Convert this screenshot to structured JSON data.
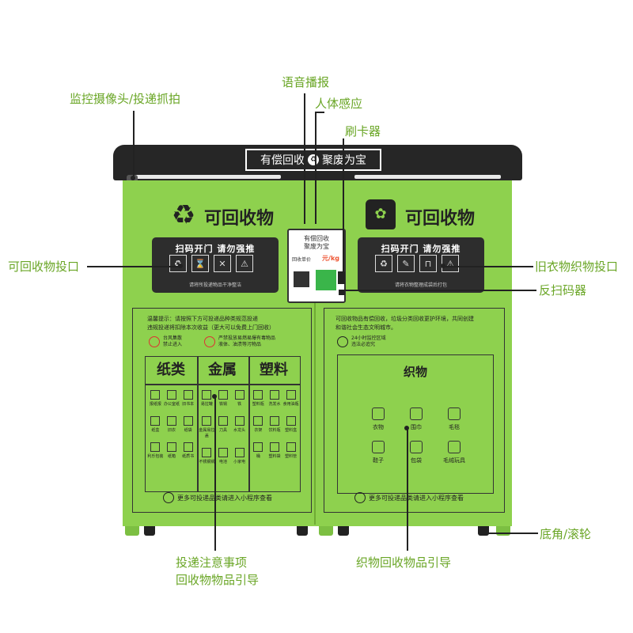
{
  "colors": {
    "accent": "#6aa626",
    "body": "#8ed14e",
    "roof": "#262626",
    "line": "#222222"
  },
  "callouts": {
    "camera": "监控摄像头/投递抓拍",
    "voice": "语音播报",
    "sensor": "人体感应",
    "card": "刷卡器",
    "recycle_slot": "可回收物投口",
    "clothes_slot": "旧衣物织物投口",
    "scanner": "反扫码器",
    "caster": "底角/滚轮",
    "notice_1": "投递注意事项",
    "notice_2": "回收物物品引导",
    "textile_guide": "织物回收物品引导"
  },
  "machine": {
    "sign_left": "有偿回收",
    "sign_right": "聚废为宝",
    "left_title": "可回收物",
    "right_title": "可回收物",
    "slot_top": "扫码开门  请勿强推",
    "slot_bottom_left": "请将所投递物品干净整洁",
    "slot_bottom_right": "请将衣物整理成袋后打包",
    "screen_title": "有偿回收\n聚废为宝",
    "screen_sub": "回收单价",
    "screen_price": "元/kg",
    "left_notice": "温馨提示：请按照下方可投递品种类规范投递\n违规投递将扣除本次收益（更大可以免费上门回收）",
    "warn_1": "台风集散\n禁止进入",
    "warn_2": "严禁投放易燃易爆有毒物品\n液体、油渍等污物品",
    "categories": [
      "纸类",
      "金属",
      "塑料"
    ],
    "paper_items": [
      "报纸报",
      "办公室纸",
      "旧书本",
      "纸盒",
      "旧衣",
      "纸袋",
      "利乐包装",
      "纸箱",
      "纸质书"
    ],
    "metal_items": [
      "易拉罐",
      "铁锅",
      "铁",
      "金属易拉盖",
      "刀具",
      "水龙头",
      "不锈钢锅",
      "电池",
      "小家电"
    ],
    "plastic_items": [
      "塑料瓶",
      "洗发水",
      "食用油瓶",
      "衣架",
      "饮料瓶",
      "塑料盒",
      "桶",
      "塑料袋",
      "塑料管"
    ],
    "more": "更多可投递品类请进入小程序查看",
    "right_notice": "可回收物品有偿回收，垃圾分类回收更护环境，共同创建\n和谐社会生态文明城市。",
    "cam_notice": "24小时监控区域\n违法必追究",
    "textile_title": "织物",
    "textile_items": [
      "衣物",
      "围巾",
      "毛毯",
      "鞋子",
      "包袋",
      "毛绒玩具"
    ]
  },
  "icons": [
    "recycle-icon",
    "shirt-icon",
    "camera-icon",
    "card-reader-icon",
    "scanner-icon",
    "caster-icon"
  ]
}
